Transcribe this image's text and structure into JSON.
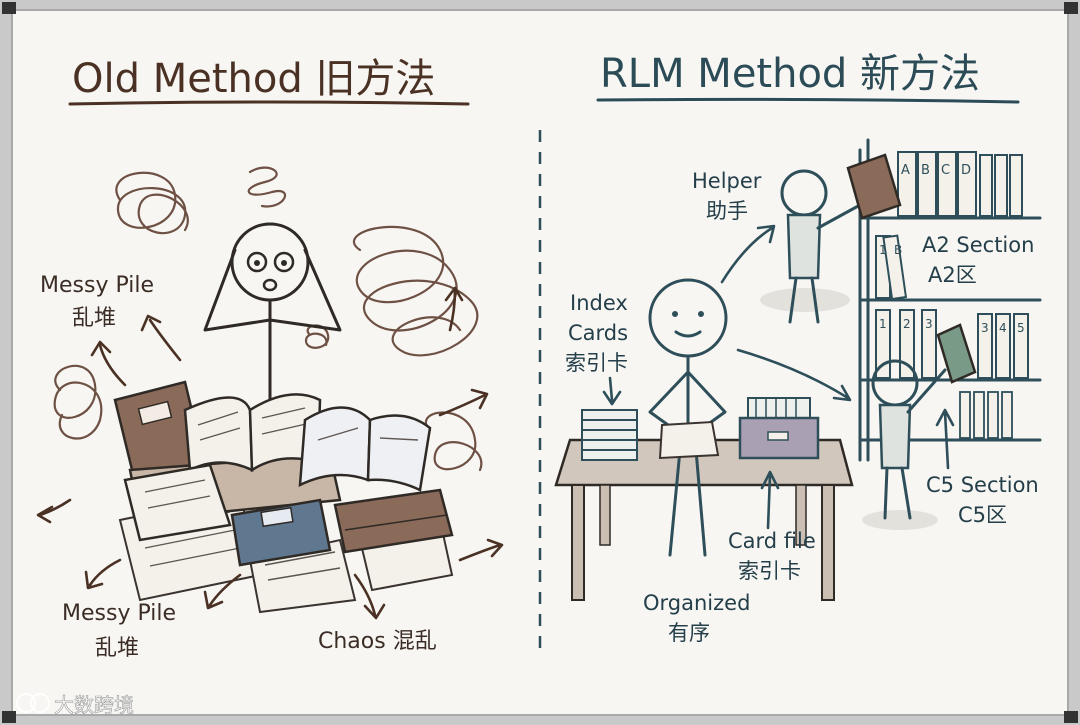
{
  "left": {
    "title": "Old Method 旧方法",
    "labels": {
      "messy_pile_1_en": "Messy Pile",
      "messy_pile_1_zh": "乱堆",
      "messy_pile_2_en": "Messy Pile",
      "messy_pile_2_zh": "乱堆",
      "chaos": "Chaos 混乱"
    }
  },
  "right": {
    "title": "RLM Method 新方法",
    "labels": {
      "helper_en": "Helper",
      "helper_zh": "助手",
      "index_en_1": "Index",
      "index_en_2": "Cards",
      "index_zh": "索引卡",
      "a2_en": "A2 Section",
      "a2_zh": "A2区",
      "c5_en": "C5 Section",
      "c5_zh": "C5区",
      "cardfile_en": "Card file",
      "cardfile_zh": "索引卡",
      "organized_en": "Organized",
      "organized_zh": "有序"
    },
    "shelf_letters": [
      "A",
      "B",
      "C",
      "D"
    ],
    "shelf_row2": [
      "1",
      "B"
    ],
    "shelf_row3": [
      "1",
      "2",
      "3",
      "3",
      "4",
      "5"
    ]
  },
  "watermark": "大数跨境",
  "colors": {
    "board": "#f7f6f2",
    "frame": "#d9d9d9",
    "brown_ink": "#4a3124",
    "teal_ink": "#2b4b57"
  }
}
